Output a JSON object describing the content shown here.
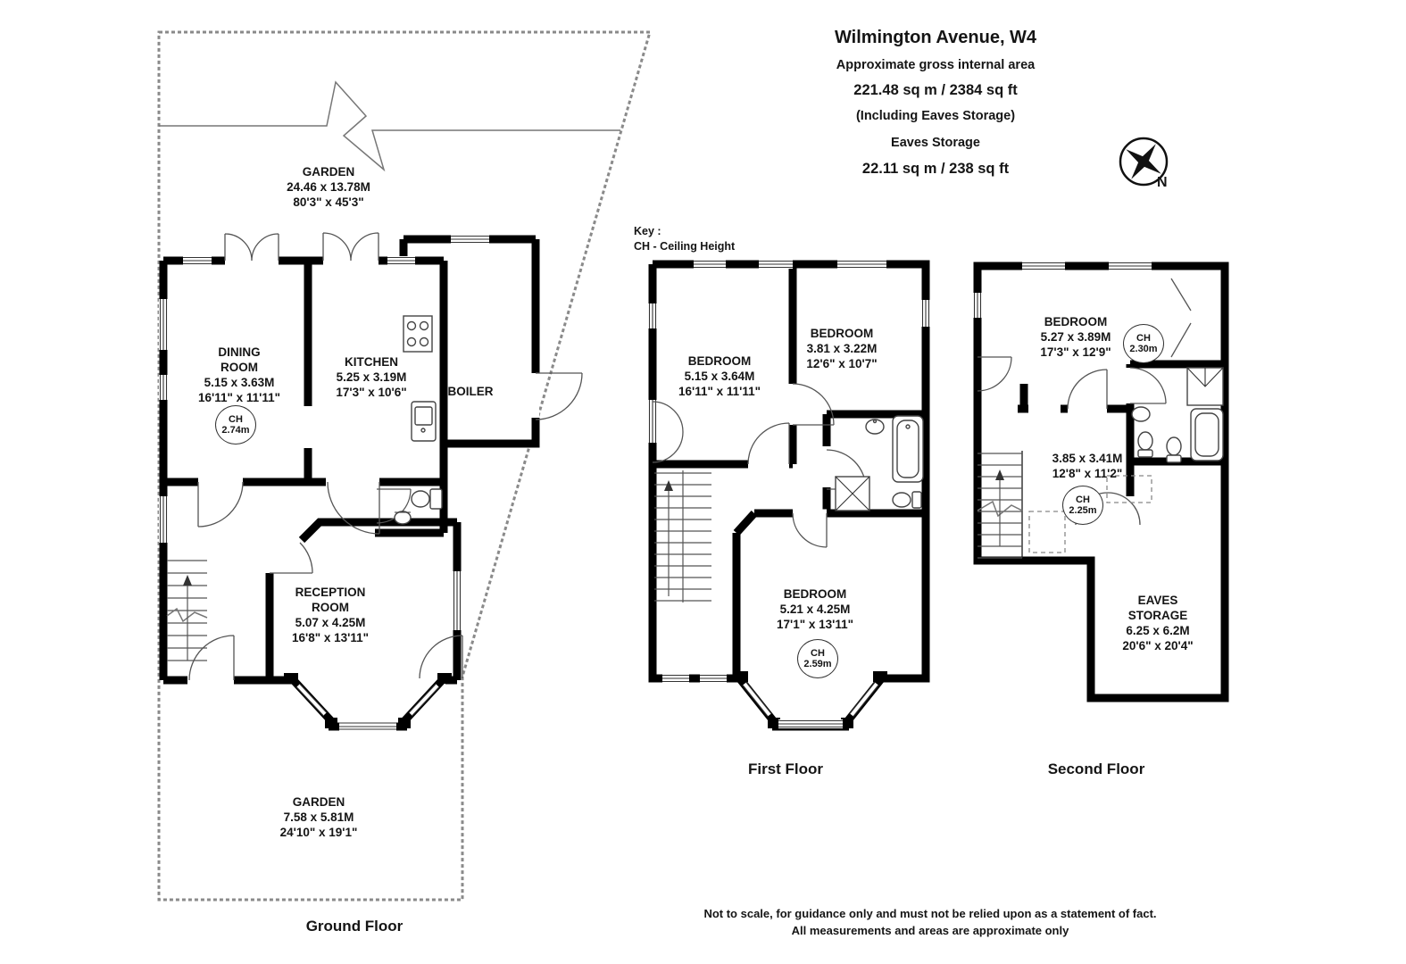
{
  "header": {
    "title": "Wilmington Avenue, W4",
    "subtitle": "Approximate gross internal area",
    "total_area": "221.48 sq m /  2384 sq ft",
    "including_note": "(Including Eaves Storage)",
    "eaves_title": "Eaves Storage",
    "eaves_area": "22.11 sq m /  238 sq ft"
  },
  "compass": {
    "north_label": "N"
  },
  "key": {
    "title": "Key :",
    "entry": "CH - Ceiling Height"
  },
  "ground_floor": {
    "label": "Ground Floor",
    "garden_rear": {
      "name": "GARDEN",
      "metric": "24.46 x 13.78M",
      "imperial": "80'3\" x 45'3\""
    },
    "dining_room": {
      "name_line1": "DINING",
      "name_line2": "ROOM",
      "metric": "5.15 x 3.63M",
      "imperial": "16'11\" x 11'11\"",
      "ch_label": "CH",
      "ch_value": "2.74m"
    },
    "kitchen": {
      "name": "KITCHEN",
      "metric": "5.25 x 3.19M",
      "imperial": "17'3\" x 10'6\""
    },
    "boiler": {
      "name": "BOILER"
    },
    "reception_room": {
      "name_line1": "RECEPTION",
      "name_line2": "ROOM",
      "metric": "5.07 x 4.25M",
      "imperial": "16'8\" x 13'11\""
    },
    "garden_front": {
      "name": "GARDEN",
      "metric": "7.58 x 5.81M",
      "imperial": "24'10\" x 19'1\""
    }
  },
  "first_floor": {
    "label": "First Floor",
    "bedroom_1": {
      "name": "BEDROOM",
      "metric": "5.15 x 3.64M",
      "imperial": "16'11\" x 11'11\""
    },
    "bedroom_2": {
      "name": "BEDROOM",
      "metric": "3.81 x 3.22M",
      "imperial": "12'6\" x 10'7\""
    },
    "bedroom_3": {
      "name": "BEDROOM",
      "metric": "5.21 x 4.25M",
      "imperial": "17'1\" x 13'11\"",
      "ch_label": "CH",
      "ch_value": "2.59m"
    }
  },
  "second_floor": {
    "label": "Second Floor",
    "bedroom": {
      "name": "BEDROOM",
      "metric": "5.27 x 3.89M",
      "imperial": "17'3\" x 12'9\"",
      "ch_label": "CH",
      "ch_value": "2.30m"
    },
    "landing": {
      "metric": "3.85 x 3.41M",
      "imperial": "12'8\" x 11'2\"",
      "ch_label": "CH",
      "ch_value": "2.25m"
    },
    "eaves_storage": {
      "name_line1": "EAVES",
      "name_line2": "STORAGE",
      "metric": "6.25 x 6.2M",
      "imperial": "20'6\" x 20'4\""
    }
  },
  "footer": {
    "line1": "Not to scale, for guidance only and must not be relied upon as a statement of fact.",
    "line2": "All measurements and areas are approximate only"
  }
}
